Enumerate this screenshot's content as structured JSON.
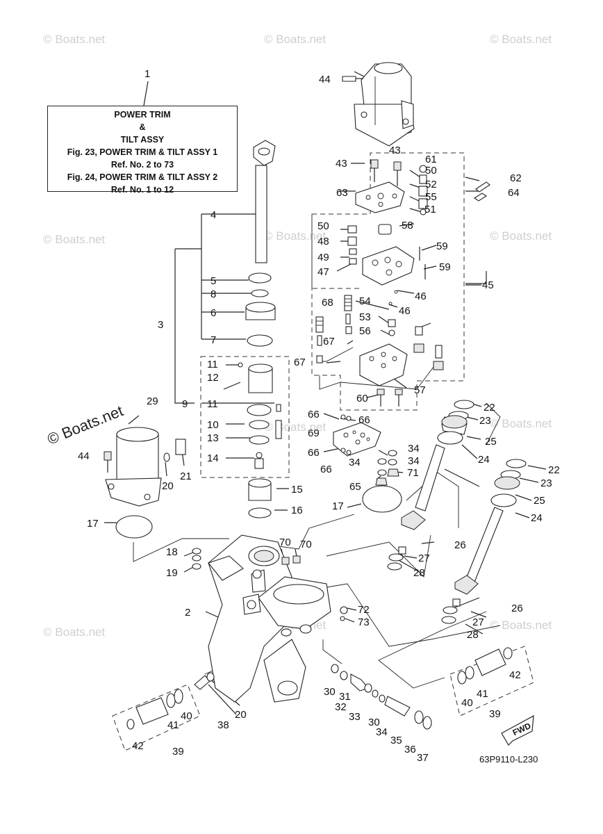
{
  "watermark": "© Boats.net",
  "watermark_large": "© Boats.net",
  "reference_box": {
    "callout": "1",
    "line1": "POWER TRIM",
    "line2": "&",
    "line3": "TILT ASSY",
    "line4": "Fig. 23, POWER TRIM & TILT ASSY 1",
    "line5": "Ref. No. 2 to 73",
    "line6": "Fig. 24, POWER TRIM & TILT ASSY 2",
    "line7": "Ref. No. 1 to 12"
  },
  "fwd_label": "FWD",
  "diagram_code": "63P9110-L230",
  "callouts": [
    "2",
    "3",
    "4",
    "5",
    "6",
    "7",
    "8",
    "9",
    "10",
    "11",
    "11",
    "12",
    "13",
    "14",
    "15",
    "16",
    "17",
    "17",
    "18",
    "19",
    "20",
    "20",
    "21",
    "22",
    "22",
    "23",
    "23",
    "24",
    "24",
    "25",
    "25",
    "26",
    "26",
    "27",
    "27",
    "28",
    "28",
    "29",
    "30",
    "30",
    "31",
    "32",
    "33",
    "34",
    "34",
    "34",
    "34",
    "35",
    "36",
    "37",
    "38",
    "39",
    "39",
    "40",
    "40",
    "41",
    "41",
    "42",
    "42",
    "43",
    "43",
    "44",
    "44",
    "45",
    "46",
    "46",
    "47",
    "48",
    "49",
    "50",
    "50",
    "51",
    "52",
    "53",
    "54",
    "55",
    "56",
    "57",
    "58",
    "59",
    "59",
    "60",
    "61",
    "62",
    "63",
    "64",
    "65",
    "66",
    "66",
    "66",
    "66",
    "67",
    "67",
    "68",
    "69",
    "70",
    "70",
    "71",
    "72",
    "73"
  ]
}
